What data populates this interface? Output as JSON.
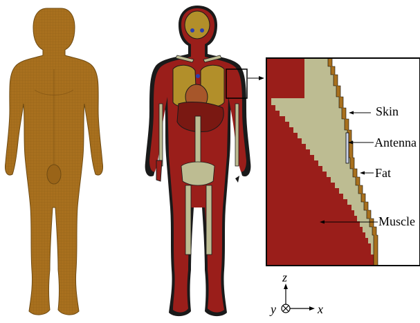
{
  "labels": {
    "skin": "Skin",
    "antenna": "Antenna",
    "fat": "Fat",
    "muscle": "Muscle"
  },
  "axes": {
    "z": "z",
    "y": "y",
    "x": "x"
  },
  "colors": {
    "skin": "#a8701e",
    "fat": "#bdbc92",
    "muscle": "#9a1e1a",
    "antenna": "#c9d0e6",
    "body_surface": "#a8701e",
    "organ": "#b28f2a"
  }
}
